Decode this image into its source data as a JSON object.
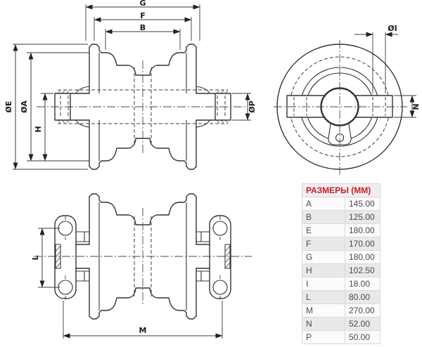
{
  "colors": {
    "line": "#333333",
    "table_header_red": "#c6202e",
    "row_alt": "#e9e9e9",
    "row_base": "#fbfbfb",
    "border": "#d9d9d9"
  },
  "views": {
    "section": {
      "dims": {
        "g": "G",
        "f": "F",
        "b": "B",
        "e": "ØE",
        "a": "ØA",
        "h": "H",
        "p": "ØP"
      }
    },
    "front": {
      "dims": {
        "i": "ØI",
        "n": "N"
      }
    },
    "side": {
      "dims": {
        "l": "L",
        "m": "M"
      }
    }
  },
  "table": {
    "title": "РАЗМЕРЫ (ММ)",
    "rows": [
      {
        "key": "A",
        "value": "145.00"
      },
      {
        "key": "B",
        "value": "125.00"
      },
      {
        "key": "E",
        "value": "180.00"
      },
      {
        "key": "F",
        "value": "170.00"
      },
      {
        "key": "G",
        "value": "180.00"
      },
      {
        "key": "H",
        "value": "102.50"
      },
      {
        "key": "I",
        "value": "18.00"
      },
      {
        "key": "L",
        "value": "80.00"
      },
      {
        "key": "M",
        "value": "270.00"
      },
      {
        "key": "N",
        "value": "52.00"
      },
      {
        "key": "P",
        "value": "50.00"
      }
    ]
  }
}
